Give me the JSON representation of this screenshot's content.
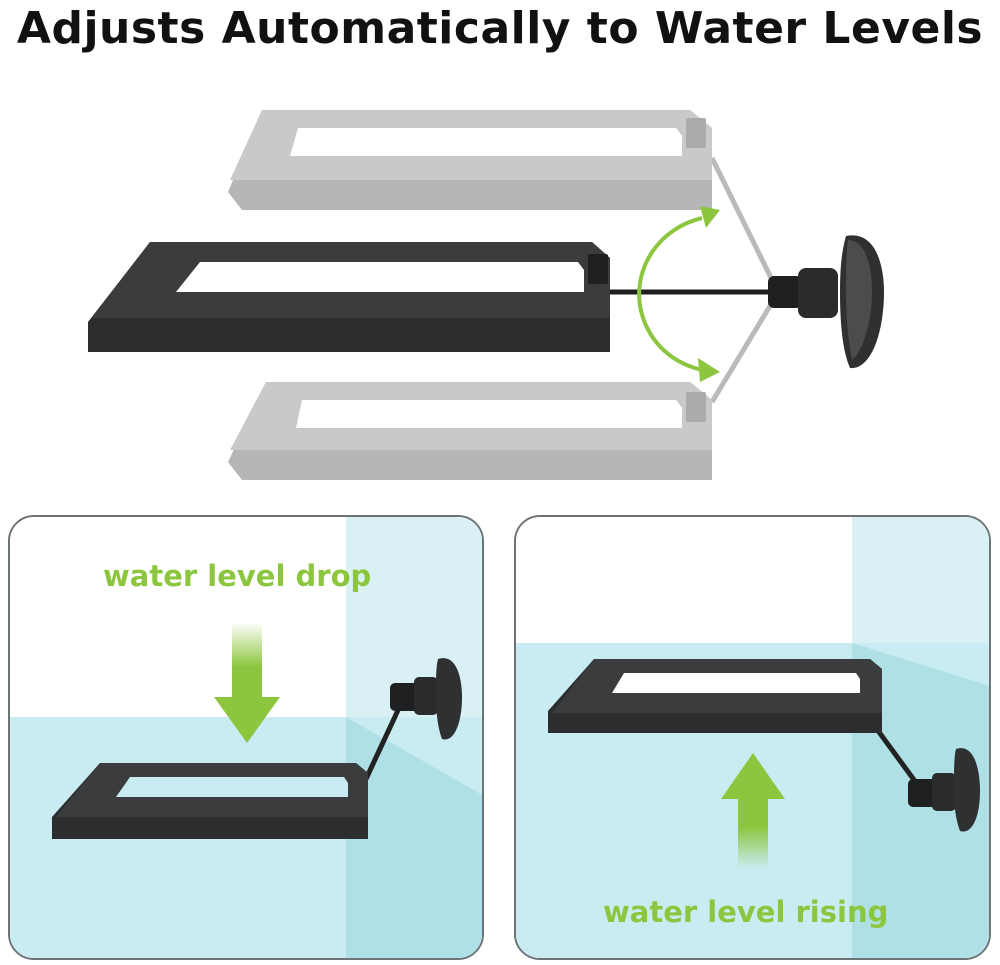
{
  "headline": "Adjusts Automatically to Water Levels",
  "panels": {
    "left": {
      "caption": "water level drop"
    },
    "right": {
      "caption": "water level rising"
    }
  },
  "colors": {
    "accent_green": "#8cc63f",
    "water_light": "#c9ecf2",
    "water_side": "#aee0e6",
    "ring_dark": "#2b2d2f",
    "ring_ghost": "#b4b6b7",
    "panel_border": "#6d7478"
  }
}
